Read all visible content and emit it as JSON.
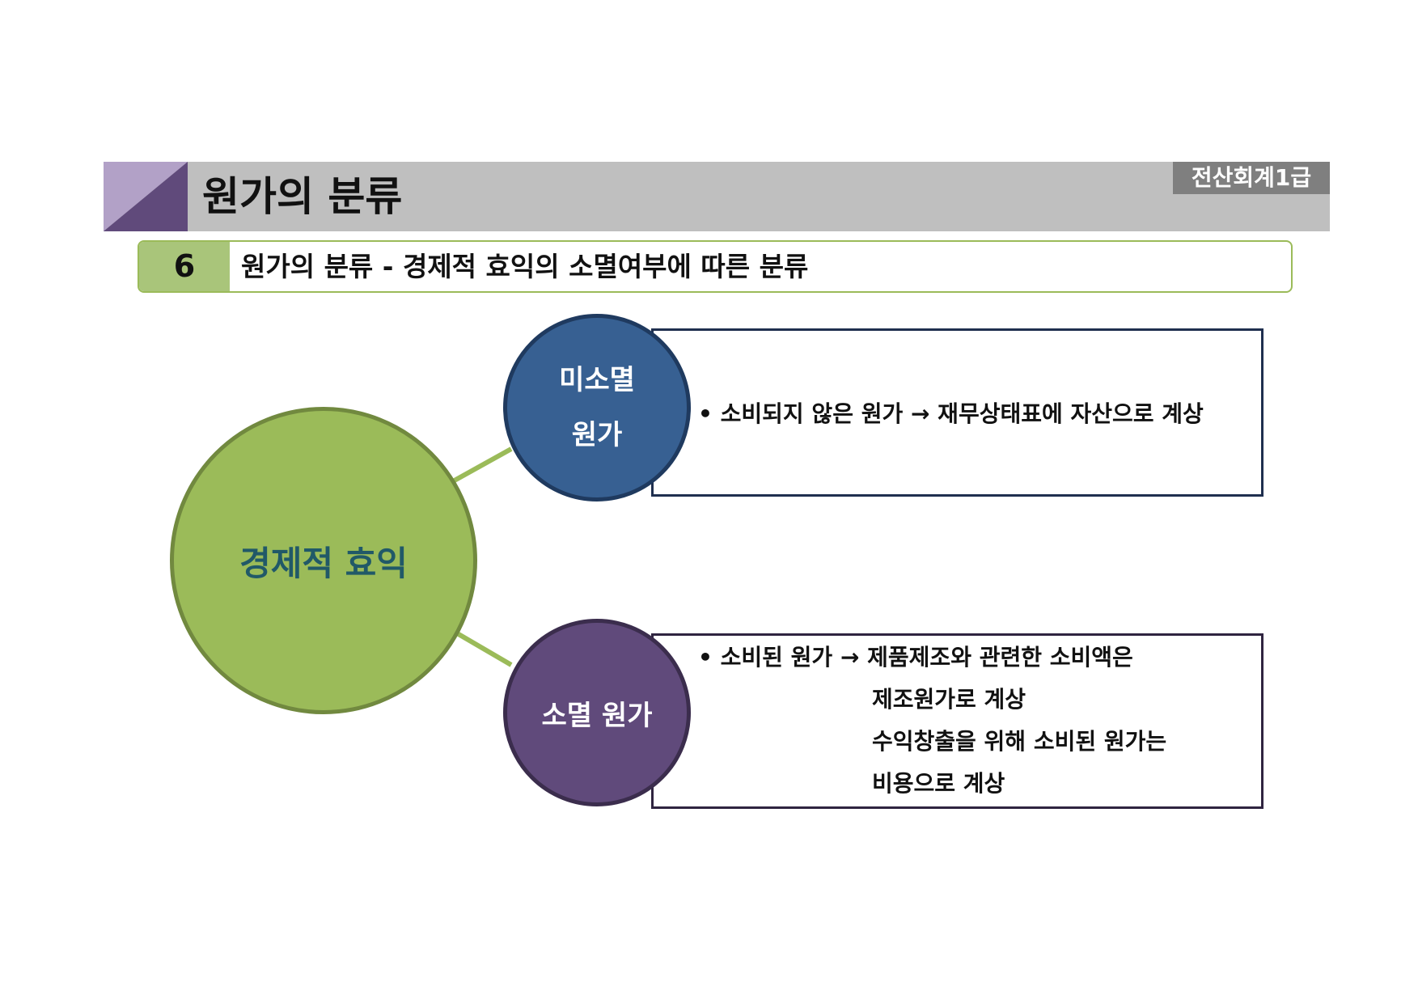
{
  "header": {
    "title": "원가의 분류",
    "course_badge": "전산회계1급"
  },
  "section": {
    "number": "6",
    "title": "원가의 분류 - 경제적 효익의 소멸여부에 따른 분류"
  },
  "diagram": {
    "center": {
      "label": "경제적 효익"
    },
    "unexpired": {
      "label_line1": "미소멸",
      "label_line2": "원가",
      "description": "• 소비되지 않은 원가 → 재무상태표에 자산으로 계상"
    },
    "expired": {
      "label": "소멸 원가",
      "lines": [
        "• 소비된 원가 → 제품제조와 관련한 소비액은",
        "제조원가로 계상",
        "수익창출을 위해 소비된 원가는",
        "비용으로 계상"
      ]
    }
  },
  "colors": {
    "title_bar": "#bfbfbf",
    "accent_purple": "#604a7b",
    "accent_purple_light": "#b2a1c7",
    "section_green": "#a9c57a",
    "center_circle": "#9bbb59",
    "center_text": "#215968",
    "unexpired_circle": "#376092",
    "expired_circle": "#604a7b",
    "connector": "#9bbb59"
  }
}
